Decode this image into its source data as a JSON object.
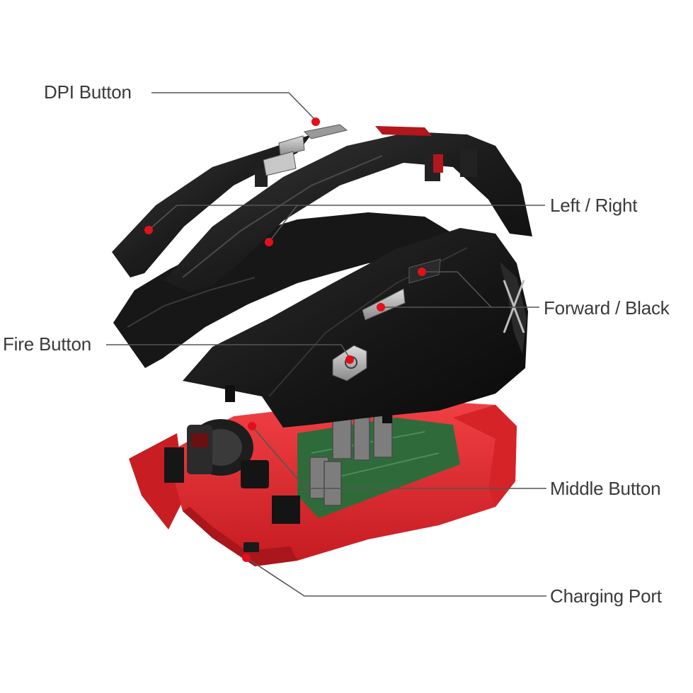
{
  "labels": {
    "dpi_button": "DPI Button",
    "left_right": "Left / Right",
    "forward_back": "Forward / Black",
    "fire_button": "Fire Button",
    "middle_button": "Middle Button",
    "charging_port": "Charging Port"
  },
  "colors": {
    "shell": "#1b1b1b",
    "shell_highlight": "#3a3a3a",
    "base": "#e0282d",
    "base_dark": "#a9161b",
    "pcb": "#2f6b3a",
    "marker": "#e1101b",
    "leader": "#555555",
    "text": "#3a3a3a"
  }
}
